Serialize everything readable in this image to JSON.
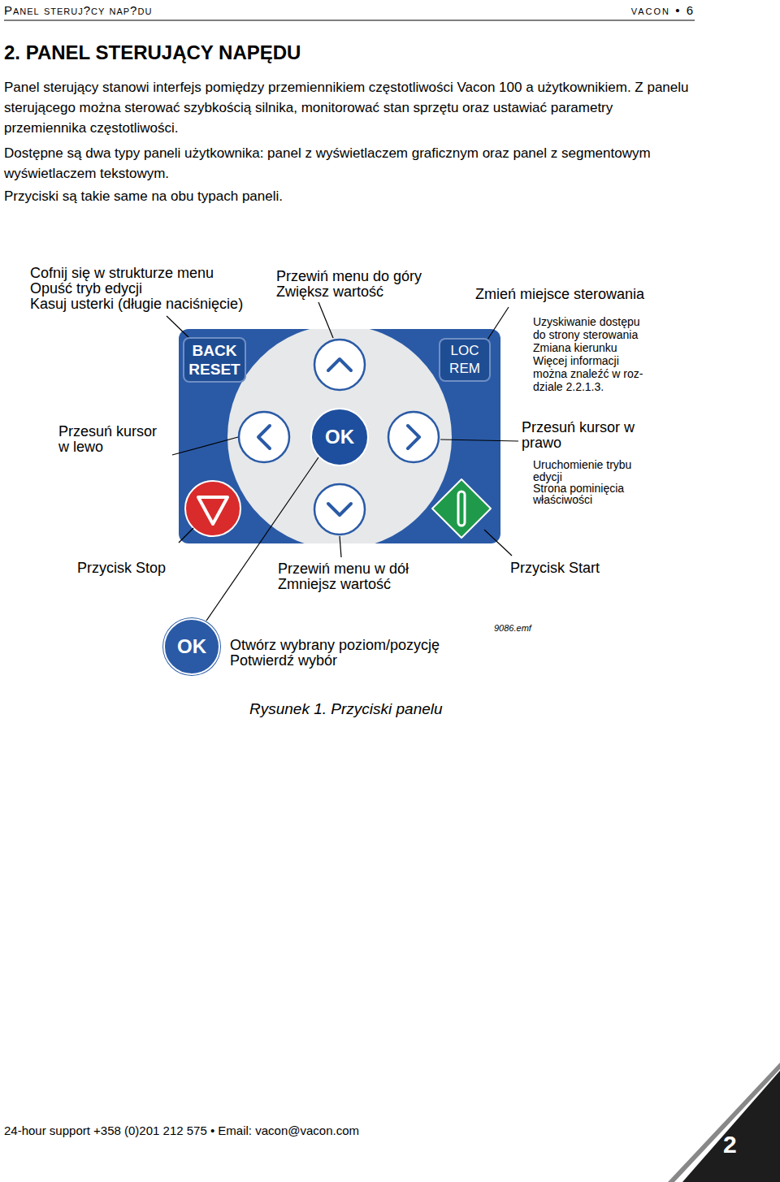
{
  "diagram": {
    "title": "2. PANEL STERUJĄCY NAPĘDU",
    "caption": "Rysunek 1. Przyciski panelu",
    "nodes": [
      {
        "text": [
          "BACK RESET"
        ]
      },
      {
        "text": [
          "LOC REM"
        ]
      },
      {
        "text": [
          "OK"
        ]
      },
      {
        "text": [
          "OK"
        ]
      }
    ],
    "labels": [
      "Panel steruj?cy nap?du",
      "vacon • 6",
      "Panel sterujący stanowi interfejs pomiędzy przemiennikiem częstotliwości Vacon 100 a użytkownikiem. Z panelu sterującego można sterować szybkością silnika, monitorować stan sprzętu oraz ustawiać parametry przemiennika częstotliwości.",
      "Dostępne są dwa typy paneli użytkownika: panel z wyświetlaczem graficznym oraz panel z segmentowym wyświetlaczem tekstowym.",
      "Przyciski są takie same na obu typach paneli.",
      "Cofnij się w strukturze menu",
      "Opuść tryb edycji",
      "Kasuj usterki (długie naciśnięcie)",
      "Przewiń menu do góry",
      "Zwiększ wartość",
      "Zmień miejsce sterowania",
      "Uzyskiwanie dostępu",
      "do strony sterowania",
      "Zmiana kierunku",
      "Więcej informacji",
      "można znaleźć w roz-",
      "dziale 2.2.1.3.",
      "Przesuń kursor",
      "w lewo",
      "Przesuń kursor w",
      "prawo",
      "Uruchomienie trybu",
      "edycji",
      "Strona pominięcia",
      "właściwości",
      "Przycisk Stop",
      "Przewiń menu w dół",
      "Zmniejsz wartość",
      "Przycisk Start",
      "9086.emf",
      "Otwórz wybrany poziom/pozycję",
      "Potwierdź wybór",
      "24-hour support +358 (0)201 212 575 • Email: vacon@vacon.com",
      "2"
    ]
  }
}
